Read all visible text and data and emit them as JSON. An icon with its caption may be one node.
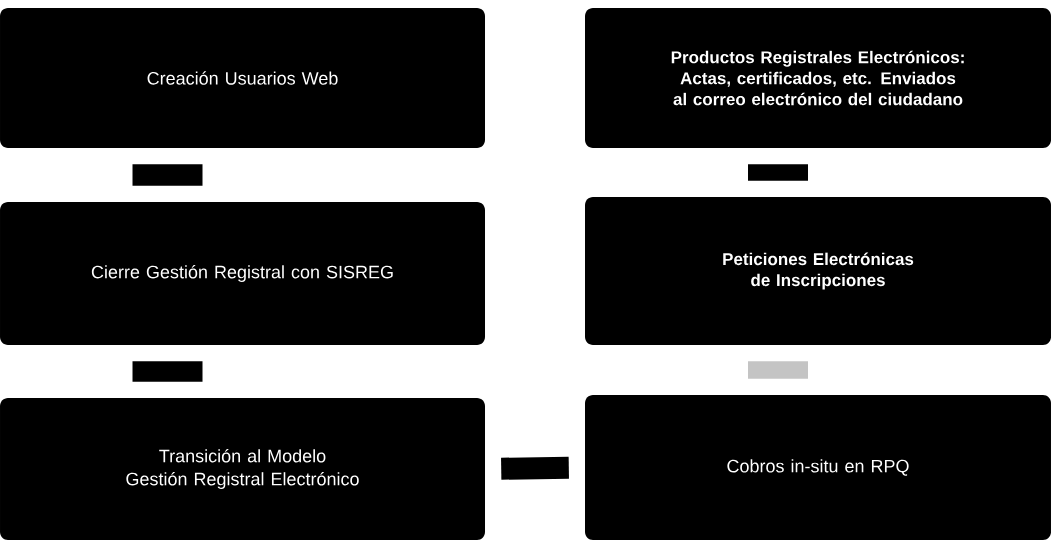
{
  "diagram": {
    "nodes": [
      {
        "text": [
          "Creación Usuarios  Web"
        ]
      },
      {
        "text": [
          "Cierre Gestión Registral con SISREG"
        ]
      },
      {
        "text": [
          "Transición al Modelo Gestión Registral Electrónico"
        ]
      },
      {
        "text": [
          "Productos Registrales Electrónicos: Actas, certificados, etc. Enviados al correo electrónico del ciudadano"
        ]
      },
      {
        "text": [
          "Peticiones Electrónicas de Inscripciones"
        ]
      },
      {
        "text": [
          "Cobros in-situ en RPQ"
        ]
      }
    ],
    "edges": [
      {
        "from": 0,
        "to": 1,
        "arrow": "none"
      },
      {
        "from": 1,
        "to": 2,
        "arrow": "none"
      },
      {
        "from": 2,
        "to": 5,
        "arrow": "none"
      },
      {
        "from": 5,
        "to": 4,
        "arrow": "none",
        "color": "#c4c4c4"
      },
      {
        "from": 4,
        "to": 3,
        "arrow": "none"
      }
    ]
  }
}
